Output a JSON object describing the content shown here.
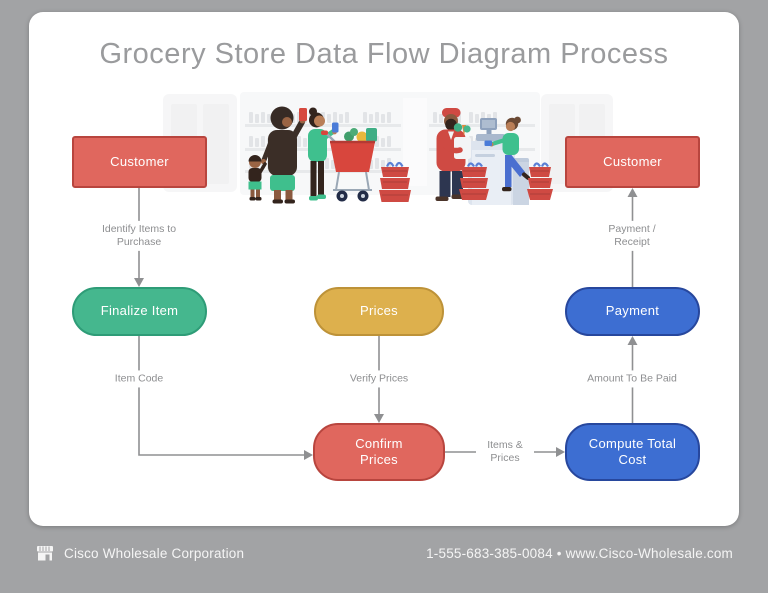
{
  "header": {
    "title": "Grocery Store Data Flow Diagram Process"
  },
  "diagram": {
    "nodes": {
      "customer_left": {
        "label": "Customer",
        "shape": "rectangle",
        "color": "red"
      },
      "customer_right": {
        "label": "Customer",
        "shape": "rectangle",
        "color": "red"
      },
      "finalize_item": {
        "label": "Finalize Item",
        "shape": "rounded",
        "color": "green"
      },
      "prices": {
        "label": "Prices",
        "shape": "rounded",
        "color": "yellow"
      },
      "payment": {
        "label": "Payment",
        "shape": "rounded",
        "color": "blue"
      },
      "confirm_prices": {
        "label": "Confirm Prices",
        "shape": "rounded",
        "color": "red"
      },
      "compute_total_cost": {
        "label": "Compute Total Cost",
        "shape": "rounded",
        "color": "blue"
      }
    },
    "edges": {
      "identify_items": {
        "from": "customer_left",
        "to": "finalize_item",
        "label": "Identify Items to Purchase"
      },
      "item_code": {
        "from": "finalize_item",
        "to": "confirm_prices",
        "label": "Item Code"
      },
      "verify_prices": {
        "from": "prices",
        "to": "confirm_prices",
        "label": "Verify Prices"
      },
      "items_prices": {
        "from": "confirm_prices",
        "to": "compute_total_cost",
        "label": "Items & Prices"
      },
      "amount_to_be_paid": {
        "from": "compute_total_cost",
        "to": "payment",
        "label": "Amount To Be Paid"
      },
      "payment_receipt": {
        "from": "payment",
        "to": "customer_right",
        "label": "Payment / Receipt"
      }
    },
    "illustration_alt": "Family shopping with cart, stacked red baskets and cashier at grocery checkout counter"
  },
  "footer": {
    "company": "Cisco Wholesale Corporation",
    "contact": "1-555-683-385-0084 • www.Cisco-Wholesale.com",
    "icon": "storefront-icon"
  },
  "colors": {
    "background": "#a2a3a5",
    "card": "#ffffff",
    "title_text": "#9a9b9d",
    "label_text": "#8d8e90",
    "connector": "#8f9092",
    "node_text": "#ffffff",
    "red_fill": "#e0675e",
    "red_border": "#b8453e",
    "green_fill": "#45b78e",
    "green_border": "#2e9c77",
    "yellow_fill": "#ddb04d",
    "yellow_border": "#bd9238",
    "blue_fill": "#3d6ed2",
    "blue_border": "#27479d"
  }
}
